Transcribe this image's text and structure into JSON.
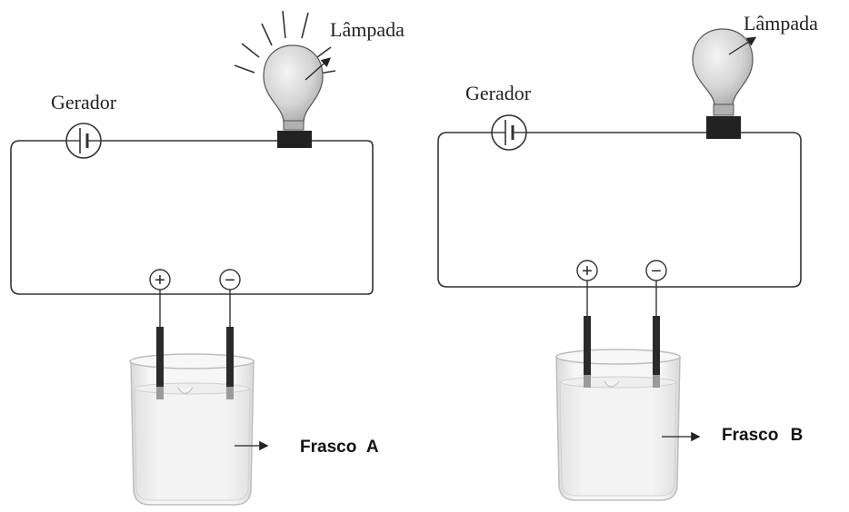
{
  "circuit_a": {
    "generator_label": "Gerador",
    "lamp_label": "Lâmpada",
    "positive_symbol": "+",
    "negative_symbol": "−",
    "flask_label_word": "Frasco",
    "flask_label_letter": "A",
    "lamp_state": "lit"
  },
  "circuit_b": {
    "generator_label": "Gerador",
    "lamp_label": "Lâmpada",
    "positive_symbol": "+",
    "negative_symbol": "−",
    "flask_label_word": "Frasco",
    "flask_label_letter": "B",
    "lamp_state": "unlit"
  },
  "colors": {
    "wire": "#333333",
    "bulb_fill": "#d8d8d8",
    "bulb_socket": "#222222",
    "liquid": "#ececec",
    "glass_edge": "#bdbdbd",
    "electrode": "#2a2a2a"
  }
}
